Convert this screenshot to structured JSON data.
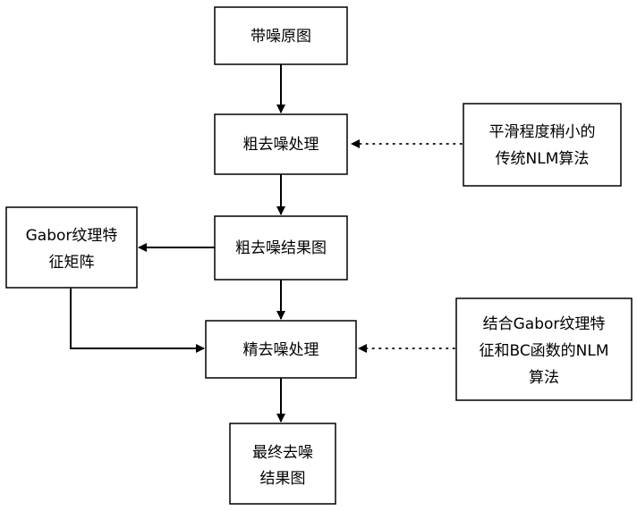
{
  "nodes": {
    "noisy_original": {
      "lines": [
        "带噪原图"
      ]
    },
    "coarse_process": {
      "lines": [
        "粗去噪处理"
      ]
    },
    "coarse_result": {
      "lines": [
        "粗去噪结果图"
      ]
    },
    "fine_process": {
      "lines": [
        "精去噪处理"
      ]
    },
    "final_result": {
      "lines": [
        "最终去噪",
        "结果图"
      ]
    },
    "gabor_matrix": {
      "lines": [
        "Gabor纹理特",
        "征矩阵"
      ]
    },
    "traditional_nlm": {
      "lines": [
        "平滑程度稍小的",
        "传统NLM算法"
      ]
    },
    "gabor_bc_nlm": {
      "lines": [
        "结合Gabor纹理特",
        "征和BC函数的NLM",
        "算法"
      ]
    }
  },
  "colors": {
    "stroke": "#000000",
    "fill": "#ffffff",
    "text": "#000000"
  }
}
